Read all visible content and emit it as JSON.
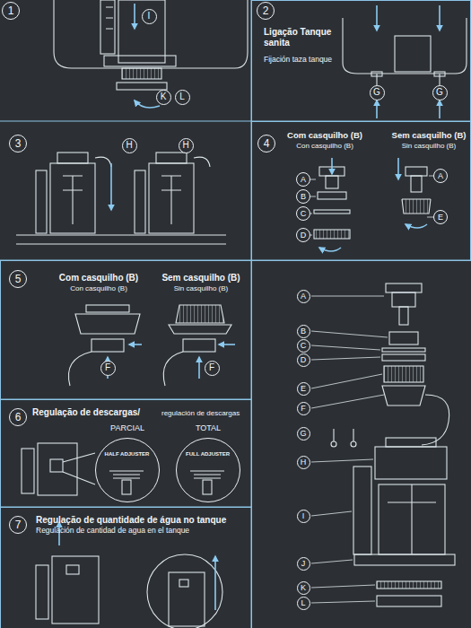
{
  "diagram": {
    "nodes": [
      {
        "text": [
          "1"
        ]
      },
      {
        "text": [
          "I"
        ]
      },
      {
        "text": [
          "K"
        ]
      },
      {
        "text": [
          "L"
        ]
      },
      {
        "text": [
          "Ligação Tanque sanita",
          "Fijación taza tanque"
        ]
      },
      {
        "text": [
          "2"
        ],
        "in": 4
      },
      {
        "text": [
          "G"
        ],
        "in": 4
      },
      {
        "text": [
          "G"
        ],
        "in": 4
      },
      {
        "text": [
          "3"
        ]
      },
      {
        "text": [
          "H"
        ]
      },
      {
        "text": [
          "H"
        ]
      },
      {
        "text": [
          "Com casquilho (B)",
          "Con casquilho (B)",
          "Sem casquilho (B)",
          "Sin casquilho (B)"
        ]
      },
      {
        "text": [
          "4"
        ],
        "in": 11
      },
      {
        "text": [
          "A"
        ],
        "in": 11
      },
      {
        "text": [
          "B"
        ],
        "in": 11
      },
      {
        "text": [
          "C"
        ],
        "in": 11
      },
      {
        "text": [
          "D"
        ],
        "in": 11
      },
      {
        "text": [
          "A"
        ],
        "in": 11
      },
      {
        "text": [
          "E"
        ],
        "in": 11
      },
      {
        "text": [
          "Com casquilho (B)",
          "Con casquilho (B)",
          "Sem casquilho (B)",
          "Sin casquilho (B)"
        ]
      },
      {
        "text": [
          "5"
        ],
        "in": 19
      },
      {
        "text": [
          "F"
        ],
        "in": 19
      },
      {
        "text": [
          "F"
        ],
        "in": 19
      },
      {
        "text": [
          "Regulação de descargas/",
          "regulación de descargas",
          "PARCIAL",
          "TOTAL"
        ]
      },
      {
        "text": [
          "6"
        ],
        "in": 23
      },
      {
        "text": [
          "HALF ADJUSTER"
        ],
        "in": 23
      },
      {
        "text": [
          "FULL ADJUSTER"
        ],
        "in": 23
      },
      {
        "text": [
          "Regulação de quantidade de água no tanque",
          "Regulación de cantidad de agua en el tanque"
        ]
      },
      {
        "text": [
          "7"
        ],
        "in": 27
      },
      {
        "text": [
          "A"
        ]
      },
      {
        "text": [
          "B"
        ]
      },
      {
        "text": [
          "C"
        ]
      },
      {
        "text": [
          "D"
        ]
      },
      {
        "text": [
          "E"
        ]
      },
      {
        "text": [
          "F"
        ]
      },
      {
        "text": [
          "G"
        ]
      },
      {
        "text": [
          "H"
        ]
      },
      {
        "text": [
          "I"
        ]
      },
      {
        "text": [
          "J"
        ]
      },
      {
        "text": [
          "K"
        ]
      },
      {
        "text": [
          "L"
        ]
      }
    ]
  }
}
